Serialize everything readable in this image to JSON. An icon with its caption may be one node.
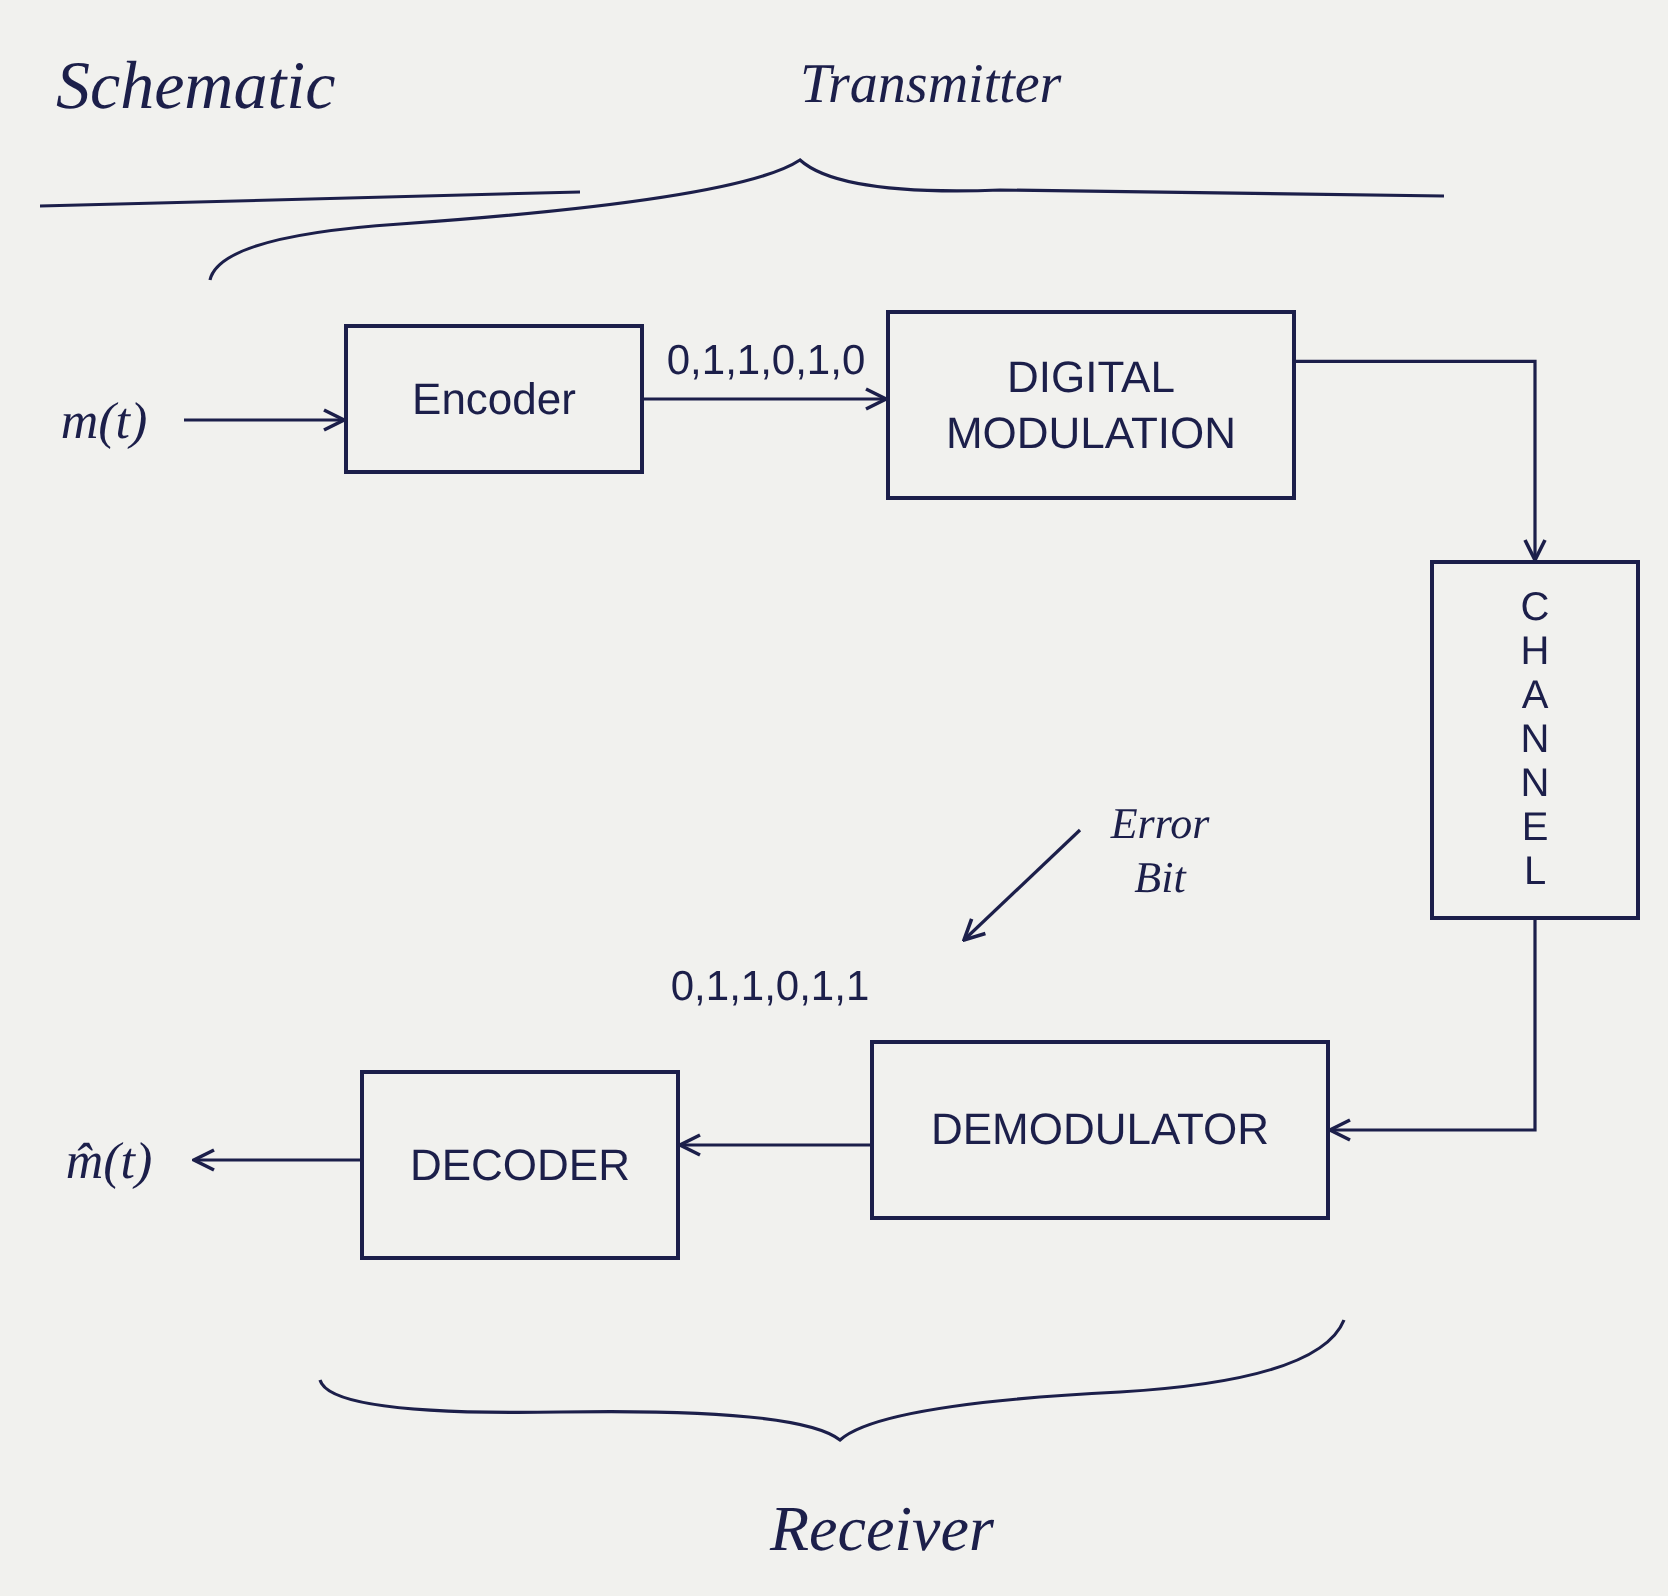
{
  "diagram": {
    "title": "Schematic",
    "nodes": [
      {
        "text": [
          "m(t)"
        ]
      },
      {
        "text": [
          "Encoder"
        ]
      },
      {
        "text": [
          "DIGITAL MODULATION"
        ]
      },
      {
        "text": [
          "CHANNEL"
        ]
      },
      {
        "text": [
          "DEMODULATOR"
        ]
      },
      {
        "text": [
          "DECODER"
        ]
      },
      {
        "text": [
          "m̂(t)"
        ]
      },
      {
        "text": [
          "Error Bit"
        ]
      }
    ],
    "edges": [
      {
        "from": 0,
        "to": 1,
        "arrow": "to"
      },
      {
        "from": 1,
        "to": 2,
        "arrow": "to",
        "label": "0,1,1,0,1,0"
      },
      {
        "from": 2,
        "to": 3,
        "arrow": "to"
      },
      {
        "from": 3,
        "to": 4,
        "arrow": "to"
      },
      {
        "from": 4,
        "to": 5,
        "arrow": "to",
        "label": "0,1,1,0,1,1"
      },
      {
        "from": 5,
        "to": 6,
        "arrow": "to"
      },
      {
        "from": 7,
        "to": null,
        "arrow": "to"
      }
    ],
    "labels": [
      "Transmitter",
      "Receiver"
    ]
  }
}
